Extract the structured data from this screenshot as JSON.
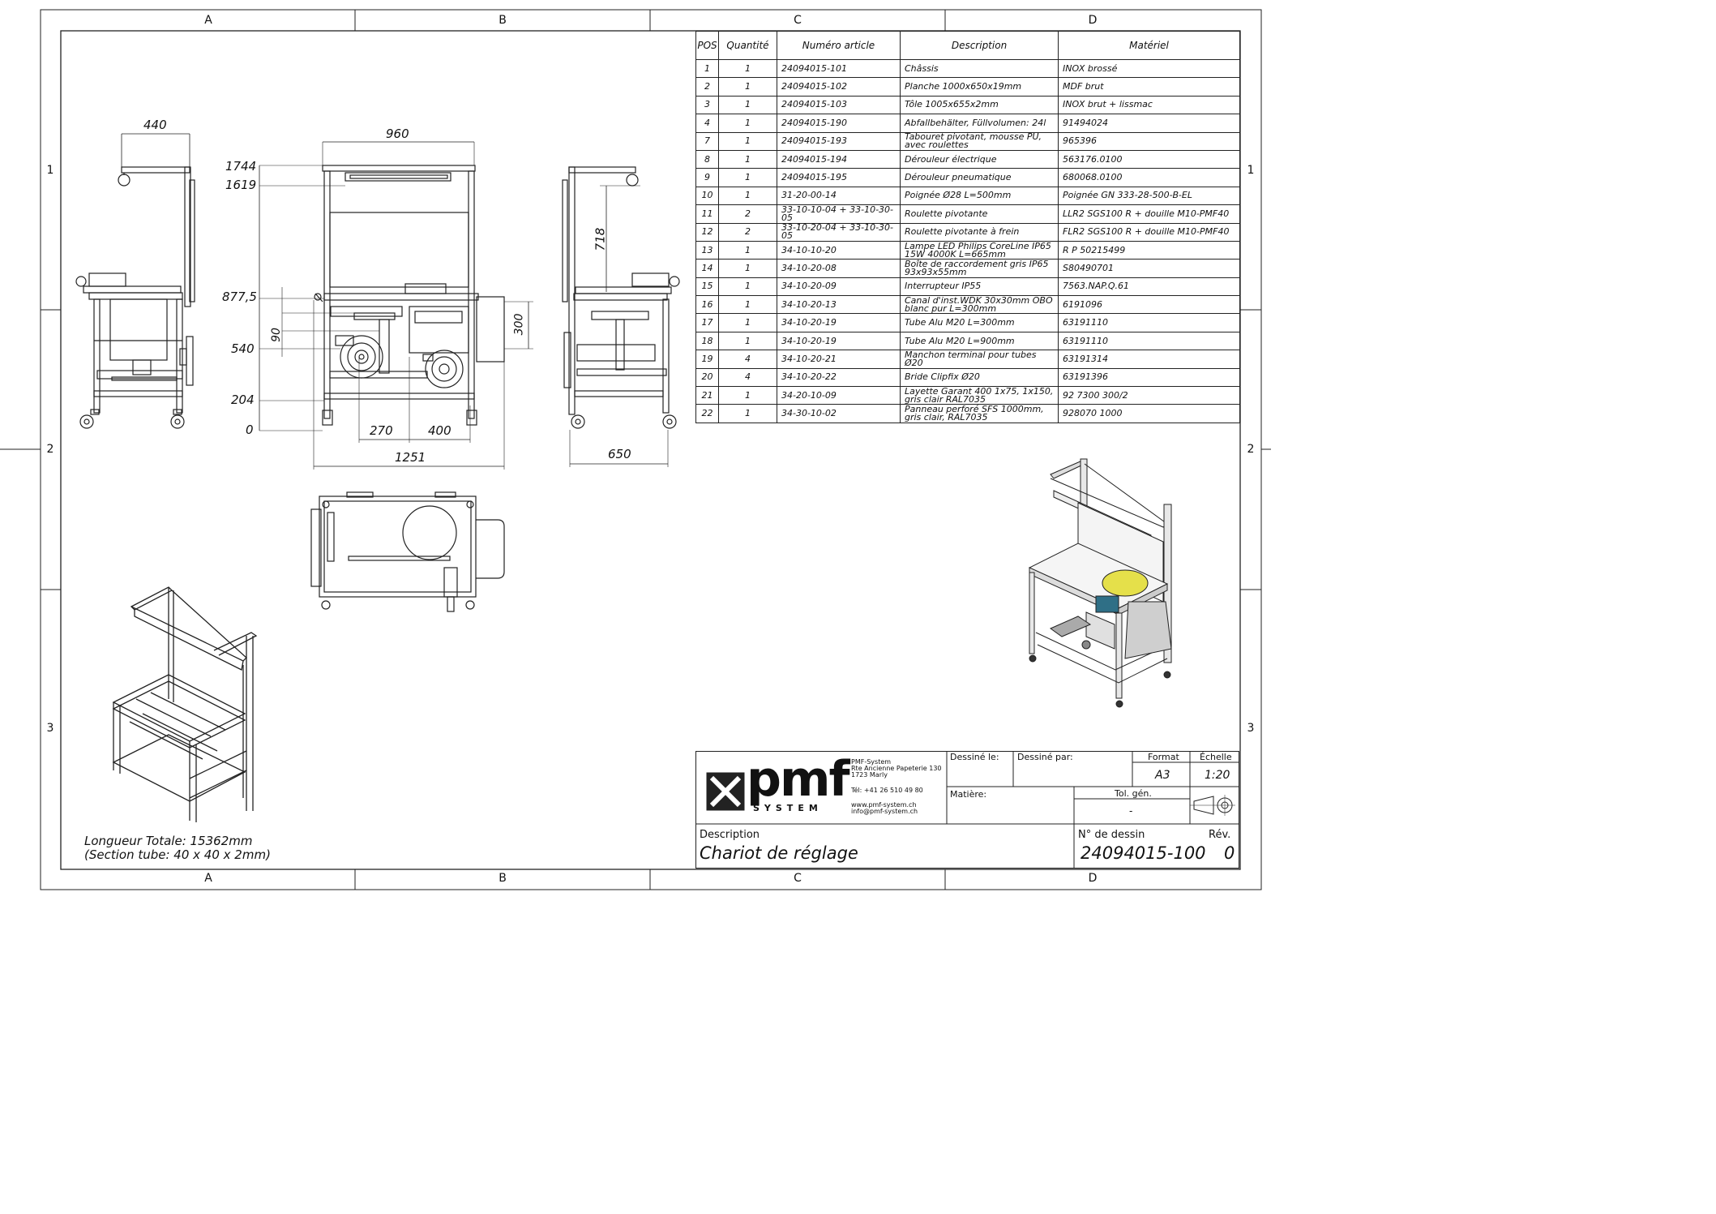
{
  "frame": {
    "zones_horizontal": [
      "A",
      "B",
      "C",
      "D"
    ],
    "zones_vertical": [
      "1",
      "2",
      "3"
    ]
  },
  "dimensions": {
    "side_width": "440",
    "front_width": "960",
    "h_1744": "1744",
    "h_1619": "1619",
    "h_877": "877,5",
    "h_540": "540",
    "h_204": "204",
    "h_0": "0",
    "dim_90": "90",
    "dim_300": "300",
    "dim_270": "270",
    "dim_400": "400",
    "total_width": "1251",
    "side_depth": "650",
    "dim_718": "718"
  },
  "notes": {
    "length": "Longueur Totale: 15362mm",
    "section": "(Section tube: 40 x 40 x 2mm)"
  },
  "parts_table": {
    "headers": [
      "POS",
      "Quantité",
      "Numéro article",
      "Description",
      "Matériel"
    ],
    "rows": [
      [
        "1",
        "1",
        "24094015-101",
        "Châssis",
        "INOX brossé"
      ],
      [
        "2",
        "1",
        "24094015-102",
        "Planche 1000x650x19mm",
        "MDF brut"
      ],
      [
        "3",
        "1",
        "24094015-103",
        "Tôle 1005x655x2mm",
        "INOX brut + lissmac"
      ],
      [
        "4",
        "1",
        "24094015-190",
        "Abfallbehälter, Füllvolumen: 24l",
        "91494024"
      ],
      [
        "7",
        "1",
        "24094015-193",
        "Tabouret pivotant, mousse PU, avec roulettes",
        "965396"
      ],
      [
        "8",
        "1",
        "24094015-194",
        "Dérouleur électrique",
        "563176.0100"
      ],
      [
        "9",
        "1",
        "24094015-195",
        "Dérouleur pneumatique",
        "680068.0100"
      ],
      [
        "10",
        "1",
        "31-20-00-14",
        "Poignée Ø28 L=500mm",
        "Poignée GN 333-28-500-B-EL"
      ],
      [
        "11",
        "2",
        "33-10-10-04 + 33-10-30-05",
        "Roulette pivotante",
        "LLR2 SGS100 R  + douille M10-PMF40"
      ],
      [
        "12",
        "2",
        "33-10-20-04 + 33-10-30-05",
        "Roulette pivotante à frein",
        "FLR2 SGS100 R + douille M10-PMF40"
      ],
      [
        "13",
        "1",
        "34-10-10-20",
        "Lampe LED Philips CoreLine IP65 15W 4000K L=665mm",
        "R P 50215499"
      ],
      [
        "14",
        "1",
        "34-10-20-08",
        "Boîte de raccordement gris IP65 93x93x55mm",
        "S80490701"
      ],
      [
        "15",
        "1",
        "34-10-20-09",
        "Interrupteur IP55",
        "7563.NAP.Q.61"
      ],
      [
        "16",
        "1",
        "34-10-20-13",
        "Canal d'inst.WDK 30x30mm OBO blanc pur L=300mm",
        "6191096"
      ],
      [
        "17",
        "1",
        "34-10-20-19",
        "Tube Alu M20 L=300mm",
        "63191110"
      ],
      [
        "18",
        "1",
        "34-10-20-19",
        "Tube Alu M20 L=900mm",
        "63191110"
      ],
      [
        "19",
        "4",
        "34-10-20-21",
        "Manchon terminal pour tubes Ø20",
        "63191314"
      ],
      [
        "20",
        "4",
        "34-10-20-22",
        "Bride Clipfix Ø20",
        "63191396"
      ],
      [
        "21",
        "1",
        "34-20-10-09",
        "Layette Garant 400 1x75, 1x150, gris clair RAL7035",
        "92 7300 300/2"
      ],
      [
        "22",
        "1",
        "34-30-10-02",
        "Panneau perforé SFS 1000mm, gris clair, RAL7035",
        "928070 1000"
      ]
    ]
  },
  "title_block": {
    "logo_text": "pmf",
    "logo_sub": "SYSTEM",
    "company": "PMF-System",
    "street": "Rte Ancienne Papeterie 130",
    "city": "1723 Marly",
    "tel": "Tél:  +41 26 510 49 80",
    "web": "www.pmf-system.ch",
    "email": "info@pmf-system.ch",
    "drawn_on_label": "Dessiné le:",
    "drawn_by_label": "Dessiné par:",
    "format_label": "Format",
    "format_value": "A3",
    "scale_label": "Échelle",
    "scale_value": "1:20",
    "material_label": "Matière:",
    "tolerance_label": "Tol. gén.",
    "tolerance_value": "-",
    "description_label": "Description",
    "description_value": "Chariot de réglage",
    "drawing_no_label": "N° de dessin",
    "drawing_no_value": "24094015-100",
    "revision_label": "Rév.",
    "revision_value": "0"
  },
  "colors": {
    "line": "#222222",
    "turntable": "#e5e04a",
    "vise": "#2f6f86"
  }
}
